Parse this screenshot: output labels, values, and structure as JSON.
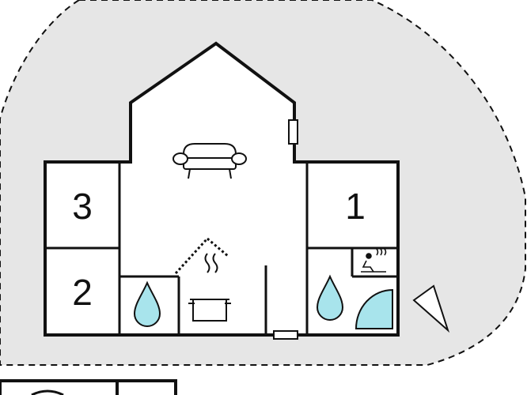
{
  "rooms": [
    {
      "id": "room-3",
      "number": "3"
    },
    {
      "id": "room-2",
      "number": "2"
    },
    {
      "id": "room-1",
      "number": "1"
    }
  ],
  "icons": [
    "sofa-icon",
    "stove-pot-icon",
    "water-drop-icon",
    "shower-icon",
    "sauna-icon",
    "compass-north-icon"
  ],
  "colors": {
    "plot": "#e6e6e6",
    "wall": "#111111",
    "floor": "#ffffff",
    "water": "#a8e4ec"
  }
}
